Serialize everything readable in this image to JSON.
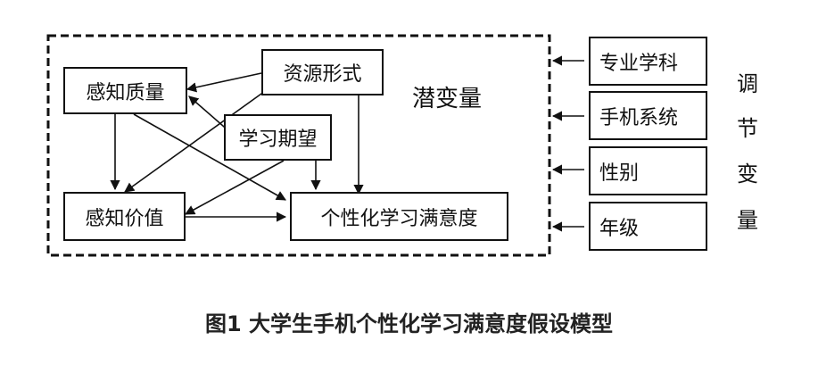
{
  "latent_label": "潜变量",
  "nodes": {
    "perceived_quality": "感知质量",
    "resource_form": "资源形式",
    "learning_expectation": "学习期望",
    "perceived_value": "感知价值",
    "satisfaction": "个性化学习满意度"
  },
  "moderators": [
    "专业学科",
    "手机系统",
    "性别",
    "年级"
  ],
  "moderator_label": [
    "调",
    "节",
    "变",
    "量"
  ],
  "caption": "图1  大学生手机个性化学习满意度假设模型",
  "relations": [
    {
      "from": "资源形式",
      "to": "感知质量"
    },
    {
      "from": "资源形式",
      "to": "感知价值"
    },
    {
      "from": "资源形式",
      "to": "个性化学习满意度"
    },
    {
      "from": "学习期望",
      "to": "感知质量"
    },
    {
      "from": "学习期望",
      "to": "感知价值"
    },
    {
      "from": "学习期望",
      "to": "个性化学习满意度"
    },
    {
      "from": "感知质量",
      "to": "感知价值"
    },
    {
      "from": "感知质量",
      "to": "个性化学习满意度"
    },
    {
      "from": "感知价值",
      "to": "个性化学习满意度"
    },
    {
      "from": "调节变量",
      "to": "潜变量"
    }
  ]
}
